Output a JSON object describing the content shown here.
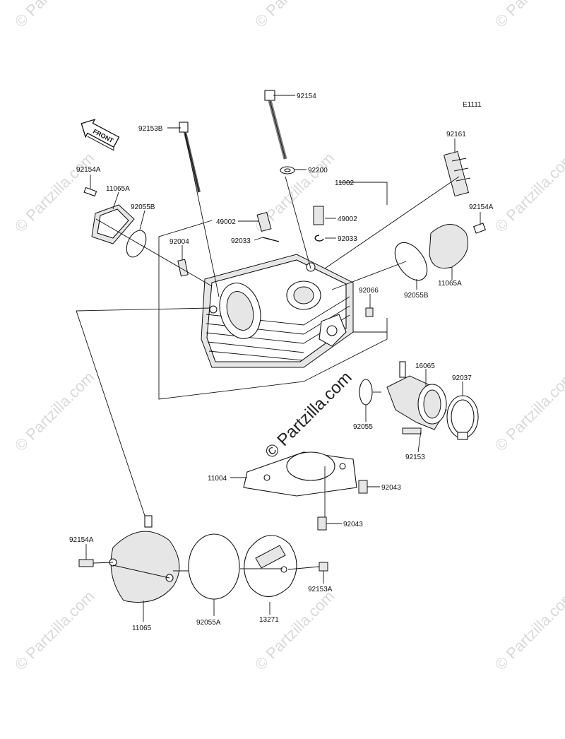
{
  "diagram_code": "E1111",
  "front_arrow_label": "FRONT",
  "watermark": {
    "text": "© Partzilla.com",
    "center_text": "© Partzilla.com"
  },
  "part_labels": [
    {
      "id": "p92154",
      "text": "92154"
    },
    {
      "id": "p92153B",
      "text": "92153B"
    },
    {
      "id": "p92200",
      "text": "92200"
    },
    {
      "id": "p11002",
      "text": "11002"
    },
    {
      "id": "p92161",
      "text": "92161"
    },
    {
      "id": "p92154A_top",
      "text": "92154A"
    },
    {
      "id": "p11065A_left",
      "text": "11065A"
    },
    {
      "id": "p92055B_left",
      "text": "92055B"
    },
    {
      "id": "p92154A_right",
      "text": "92154A"
    },
    {
      "id": "p49002_left",
      "text": "49002"
    },
    {
      "id": "p49002_right",
      "text": "49002"
    },
    {
      "id": "p92033_left",
      "text": "92033"
    },
    {
      "id": "p92033_right",
      "text": "92033"
    },
    {
      "id": "p92004",
      "text": "92004"
    },
    {
      "id": "p92055B_right",
      "text": "92055B"
    },
    {
      "id": "p11065A_right",
      "text": "11065A"
    },
    {
      "id": "p92066",
      "text": "92066"
    },
    {
      "id": "p16065",
      "text": "16065"
    },
    {
      "id": "p92037",
      "text": "92037"
    },
    {
      "id": "p92055",
      "text": "92055"
    },
    {
      "id": "p92153",
      "text": "92153"
    },
    {
      "id": "p11004",
      "text": "11004"
    },
    {
      "id": "p92043_a",
      "text": "92043"
    },
    {
      "id": "p92043_b",
      "text": "92043"
    },
    {
      "id": "p92154A_bottom",
      "text": "92154A"
    },
    {
      "id": "p92153A",
      "text": "92153A"
    },
    {
      "id": "p11065",
      "text": "11065"
    },
    {
      "id": "p92055A",
      "text": "92055A"
    },
    {
      "id": "p13271",
      "text": "13271"
    }
  ]
}
